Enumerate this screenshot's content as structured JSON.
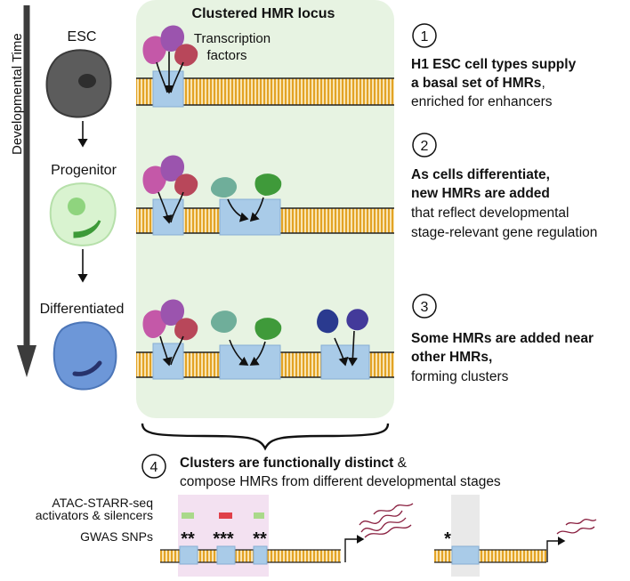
{
  "time_axis": {
    "label": "Developmental Time"
  },
  "cell_stages": [
    {
      "label": "ESC",
      "color": "#585858"
    },
    {
      "label": "Progenitor",
      "color": "#bfe8b4"
    },
    {
      "label": "Differentiated",
      "color": "#5b86cc"
    }
  ],
  "panel": {
    "title": "Clustered HMR locus",
    "tf_label_line1": "Transcription",
    "tf_label_line2": "factors",
    "background_color": "#e7f3e2"
  },
  "steps": [
    {
      "number": "1",
      "bold_line1": "H1 ESC cell types supply",
      "bold_line2": "a basal set of HMRs",
      "bold_line2_suffix": ",",
      "normal_line1": "enriched for enhancers",
      "normal_line2": ""
    },
    {
      "number": "2",
      "bold_line1": "As cells differentiate,",
      "bold_line2": "new HMRs are added",
      "bold_line2_suffix": "",
      "normal_line1": "that reflect developmental",
      "normal_line2": "stage-relevant gene regulation"
    },
    {
      "number": "3",
      "bold_line1": "Some HMRs are added near",
      "bold_line2": "other HMRs,",
      "bold_line2_suffix": "",
      "normal_line1": "forming clusters",
      "normal_line2": ""
    }
  ],
  "step4": {
    "number": "4",
    "bold_text": "Clusters are functionally distinct",
    "normal_suffix": " &",
    "line2": "compose HMRs from different developmental stages"
  },
  "tracks": {
    "atac_line1": "ATAC-STARR-seq",
    "atac_line2": "activators & silencers",
    "gwas_label": "GWAS SNPs",
    "snp_marks": [
      "**",
      "***",
      "**",
      "*"
    ],
    "activator_color": "#a9d98a",
    "silencer_color": "#e0404a"
  },
  "colors": {
    "dna_stripe": "#e3a325",
    "hmr_box": "#a9cbe8",
    "tf_magenta": "#c458a8",
    "tf_purple": "#9b54ae",
    "tf_red": "#b8475a",
    "tf_teal": "#6fae9a",
    "tf_green": "#3f9a3a",
    "tf_navy": "#2a3a8f",
    "tf_indigo": "#433a9a",
    "cluster_highlight": "#f3e1f1",
    "single_highlight": "#e9e9e9",
    "transcript": "#8a2040"
  }
}
